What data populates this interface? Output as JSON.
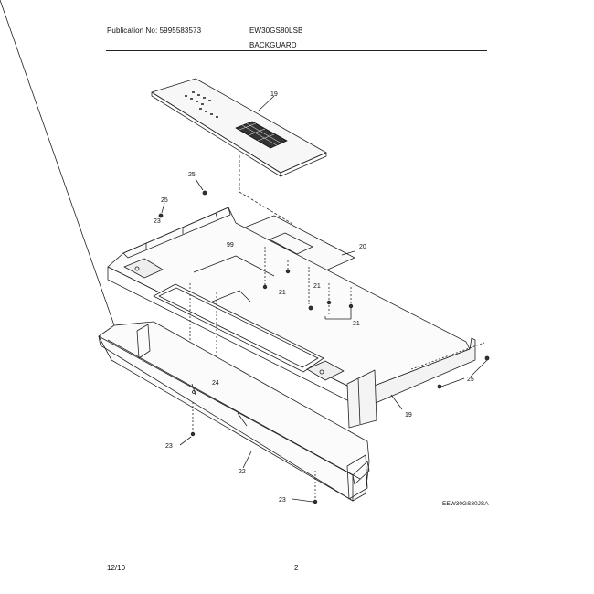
{
  "header": {
    "publication": "Publication No: 5995583573",
    "model": "EW30GS80LSB",
    "section": "BACKGUARD"
  },
  "diagram": {
    "callouts": [
      "19",
      "25",
      "25",
      "23",
      "99",
      "20",
      "21",
      "21",
      "21",
      "24",
      "19",
      "25",
      "23",
      "22",
      "23"
    ],
    "figure_code": "EEW30GS80JSA"
  },
  "footer": {
    "date": "12/10",
    "page": "2"
  }
}
